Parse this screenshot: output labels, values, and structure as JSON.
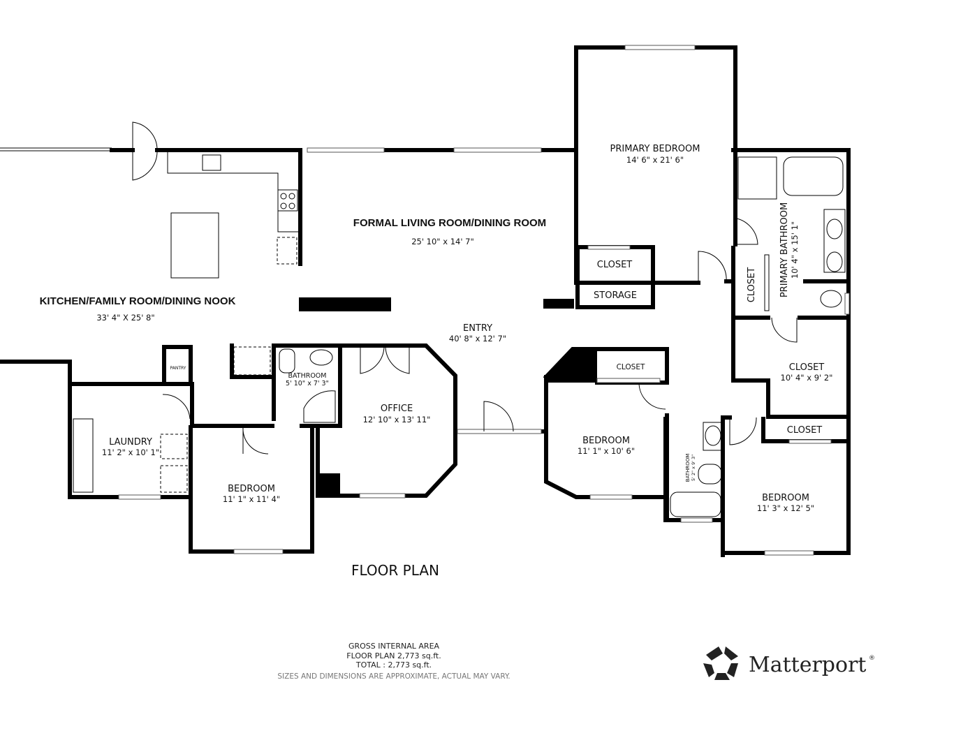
{
  "title": "FLOOR PLAN",
  "rooms": {
    "kitchen": {
      "name": "KITCHEN/FAMILY ROOM/DINING NOOK",
      "dims": "33' 4\" X 25' 8\""
    },
    "living": {
      "name": "FORMAL LIVING ROOM/DINING ROOM",
      "dims": "25' 10\" x 14' 7\""
    },
    "primary_bedroom": {
      "name": "PRIMARY BEDROOM",
      "dims": "14' 6\" x 21' 6\""
    },
    "primary_bathroom": {
      "name": "PRIMARY BATHROOM",
      "dims": "10' 4\" x 15' 1\""
    },
    "closet_a": {
      "name": "CLOSET"
    },
    "storage": {
      "name": "STORAGE"
    },
    "closet_b": {
      "name": "CLOSET"
    },
    "entry": {
      "name": "ENTRY",
      "dims": "40' 8\" x 12' 7\""
    },
    "pantry": {
      "name": "PANTRY"
    },
    "bathroom_1": {
      "name": "BATHROOM",
      "dims": "5' 10\" x 7' 3\""
    },
    "office": {
      "name": "OFFICE",
      "dims": "12' 10\" x 13' 11\""
    },
    "laundry": {
      "name": "LAUNDRY",
      "dims": "11' 2\" x 10' 1\""
    },
    "bedroom_1": {
      "name": "BEDROOM",
      "dims": "11' 1\" x 11' 4\""
    },
    "closet_c": {
      "name": "CLOSET"
    },
    "bedroom_2": {
      "name": "BEDROOM",
      "dims": "11' 1\" x 10' 6\""
    },
    "bathroom_2": {
      "name": "BATHROOM",
      "dims": "5' 2\" x 9' 3\""
    },
    "closet_d": {
      "name": "CLOSET",
      "dims": "10' 4\" x 9' 2\""
    },
    "closet_e": {
      "name": "CLOSET"
    },
    "bedroom_3": {
      "name": "BEDROOM",
      "dims": "11' 3\" x 12' 5\""
    }
  },
  "footer": {
    "line1": "GROSS INTERNAL AREA",
    "line2": "FLOOR PLAN 2,773 sq.ft.",
    "line3": "TOTAL :  2,773 sq.ft.",
    "disclaimer": "SIZES AND DIMENSIONS ARE APPROXIMATE, ACTUAL MAY VARY."
  },
  "logo": {
    "text": "Matterport",
    "mark": "®"
  }
}
